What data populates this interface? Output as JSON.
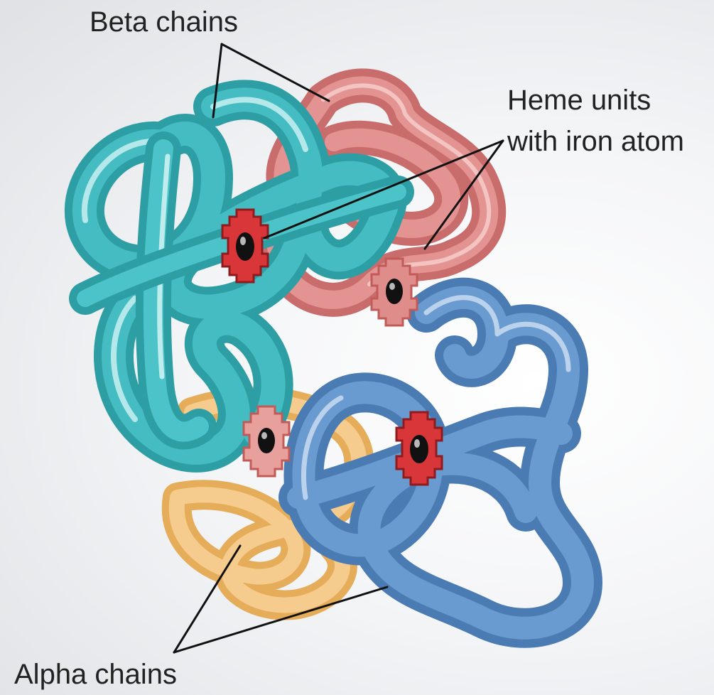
{
  "labels": {
    "beta": "Beta chains",
    "heme_line1": "Heme units",
    "heme_line2": "with iron atom",
    "alpha": "Alpha chains"
  },
  "colors": {
    "beta_chain_front": "#3fb3b8",
    "beta_chain_back": "#d9807e",
    "alpha_chain_front": "#5b8ec2",
    "alpha_chain_back": "#f2c27a",
    "heme": "#d9363a",
    "iron_atom": "#111111",
    "leader_line": "#111111"
  },
  "icons": {
    "heme": "heme-group-icon",
    "iron": "iron-atom-icon"
  }
}
